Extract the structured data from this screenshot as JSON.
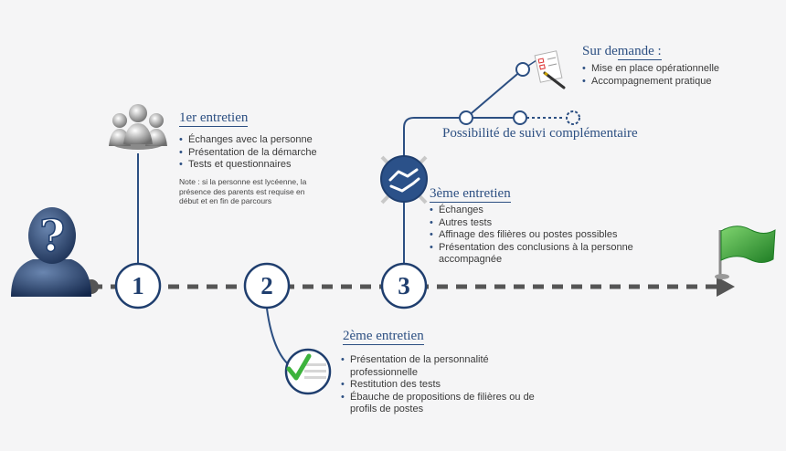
{
  "steps": [
    {
      "number": "1",
      "title": "1er entretien"
    },
    {
      "number": "2",
      "title": "2ème entretien"
    },
    {
      "number": "3",
      "title": "3ème entretien"
    }
  ],
  "entretien1": {
    "items": [
      "Échanges avec la personne",
      "Présentation de la démarche",
      "Tests et questionnaires"
    ],
    "note": "Note : si la personne est lycéenne, la présence des parents est requise en début et en fin de parcours"
  },
  "entretien2": {
    "items": [
      "Présentation de la personnalité professionnelle",
      "Restitution des tests",
      "Ébauche de propositions de filières ou de profils de postes"
    ]
  },
  "entretien3": {
    "items": [
      "Échanges",
      "Autres tests",
      "Affinage des filières ou postes possibles",
      "Présentation des conclusions à la personne accompagnée"
    ]
  },
  "demande": {
    "title_prefix": "Sur de",
    "title_underlined": "mande :",
    "items": [
      "Mise en place opérationnelle",
      "Accompagnement pratique"
    ]
  },
  "suivi_label": "Possibilité de suivi complémentaire",
  "question_mark": "?",
  "colors": {
    "navy": "#1f3e6e",
    "line": "#2c4f82",
    "dash": "#555555",
    "flag": "#3aa53a",
    "check": "#3db33d"
  },
  "icons": [
    "question-person-icon",
    "group-icon",
    "checklist-icon",
    "handshake-icon",
    "document-pen-icon",
    "green-flag-icon"
  ]
}
